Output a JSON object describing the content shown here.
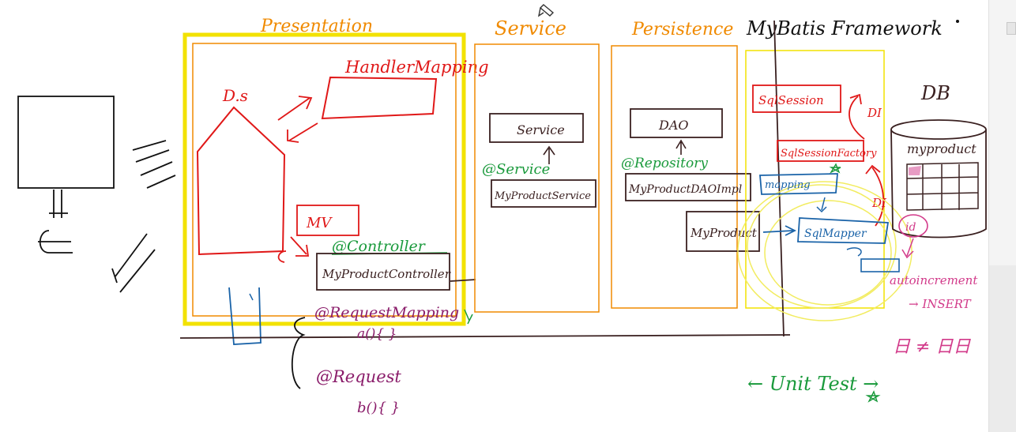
{
  "diagram": {
    "layers": {
      "presentation": "Presentation",
      "service": "Service",
      "persistence": "Persistence",
      "framework": "MyBatis Framework"
    },
    "presentation": {
      "ds": "D.s",
      "handler_mapping": "HandlerMapping",
      "mv": "MV",
      "controller_annotation": "@Controller",
      "controller_box": "MyProductController"
    },
    "service": {
      "box": "Service",
      "annotation": "@Service",
      "impl": "MyProductService"
    },
    "persistence": {
      "box": "DAO",
      "annotation": "@Repository",
      "impl": "MyProductDAOImpl",
      "entity": "MyProduct"
    },
    "mybatis": {
      "sql_session": "SqlSession",
      "sql_session_factory": "SqlSessionFactory",
      "mapping": "mapping",
      "sql_mapper": "SqlMapper",
      "di_top": "DI",
      "di_bottom": "DI"
    },
    "db": {
      "label": "DB",
      "table": "myproduct",
      "id": "id",
      "auto": "autoincrement",
      "insert": "→ INSERT"
    },
    "annotations": {
      "request_mapping": "@RequestMapping",
      "method_a": "a(){ }",
      "request_short": "@Request",
      "method_b": "b(){ }"
    },
    "unit_test": "← Unit Test →",
    "footnote": "日 ≠ 日日"
  }
}
